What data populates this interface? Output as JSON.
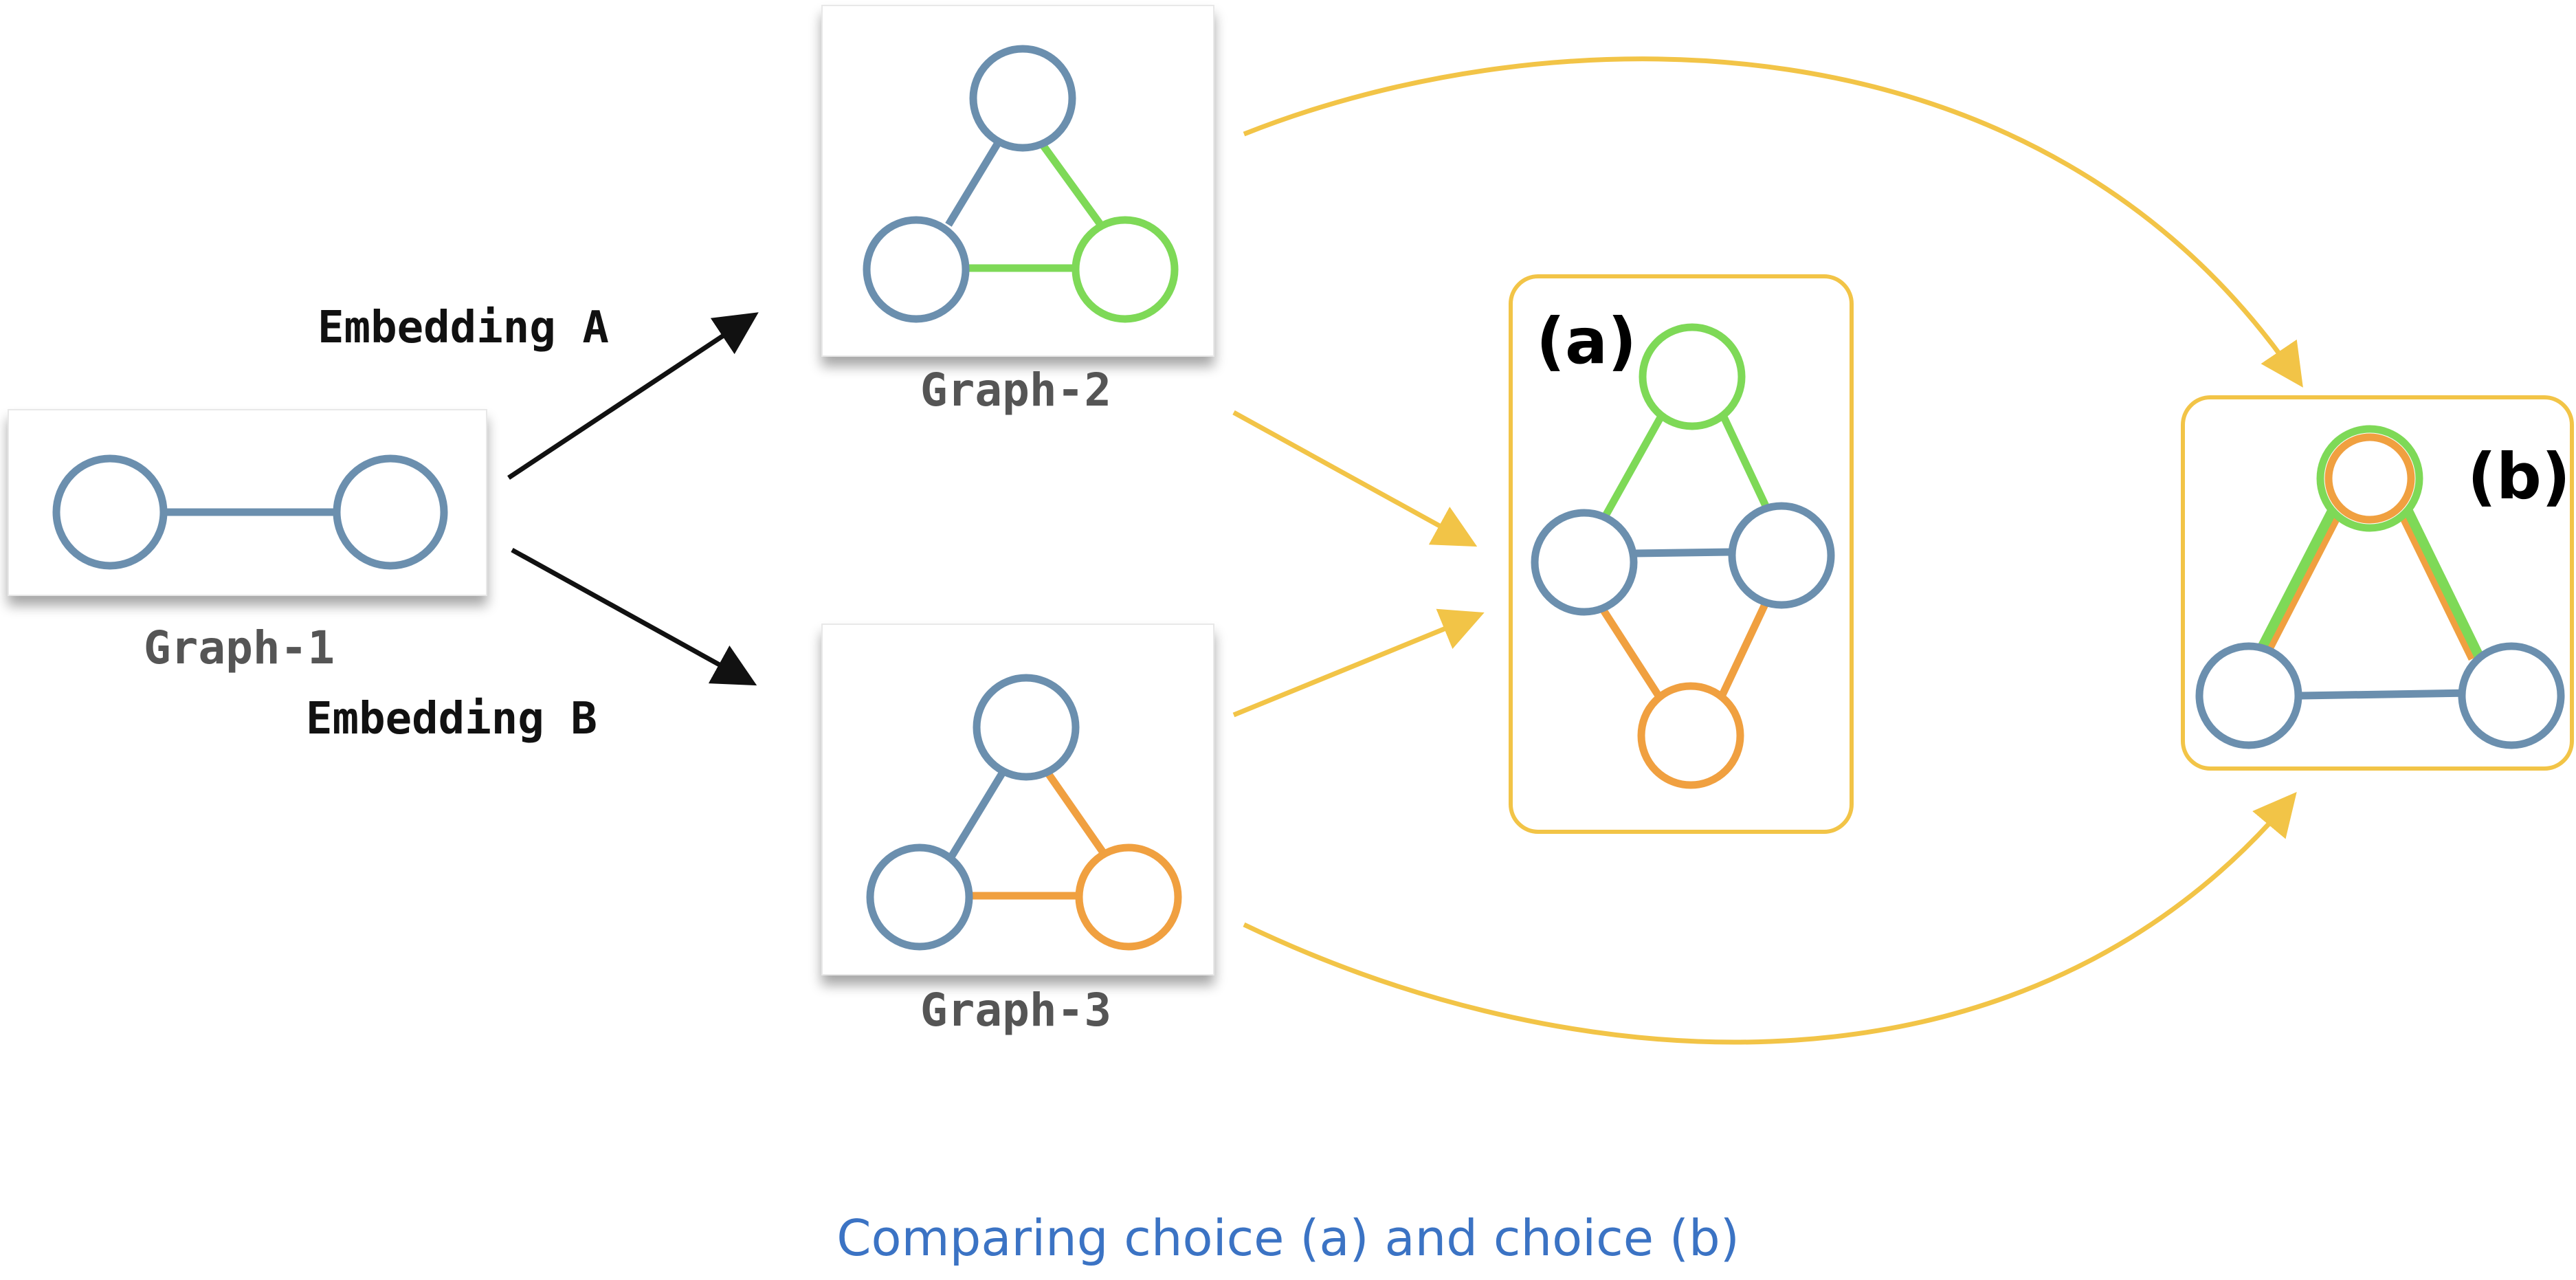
{
  "colors": {
    "node_blue": "#6b8fae",
    "edge_blue": "#6b8fae",
    "green": "#7ed957",
    "orange": "#f0a040",
    "arrow_yellow": "#f2c447",
    "box_yellow": "#f2c447",
    "black": "#111111",
    "graph_label": "#555555",
    "caption": "#3b73c4"
  },
  "graphs": {
    "graph1": {
      "label": "Graph-1"
    },
    "graph2": {
      "label": "Graph-2"
    },
    "graph3": {
      "label": "Graph-3"
    }
  },
  "embeddings": {
    "a": {
      "label": "Embedding A"
    },
    "b": {
      "label": "Embedding B"
    }
  },
  "choices": {
    "a": {
      "label": "(a)"
    },
    "b": {
      "label": "(b)"
    }
  },
  "caption": "Comparing choice (a) and choice (b)"
}
